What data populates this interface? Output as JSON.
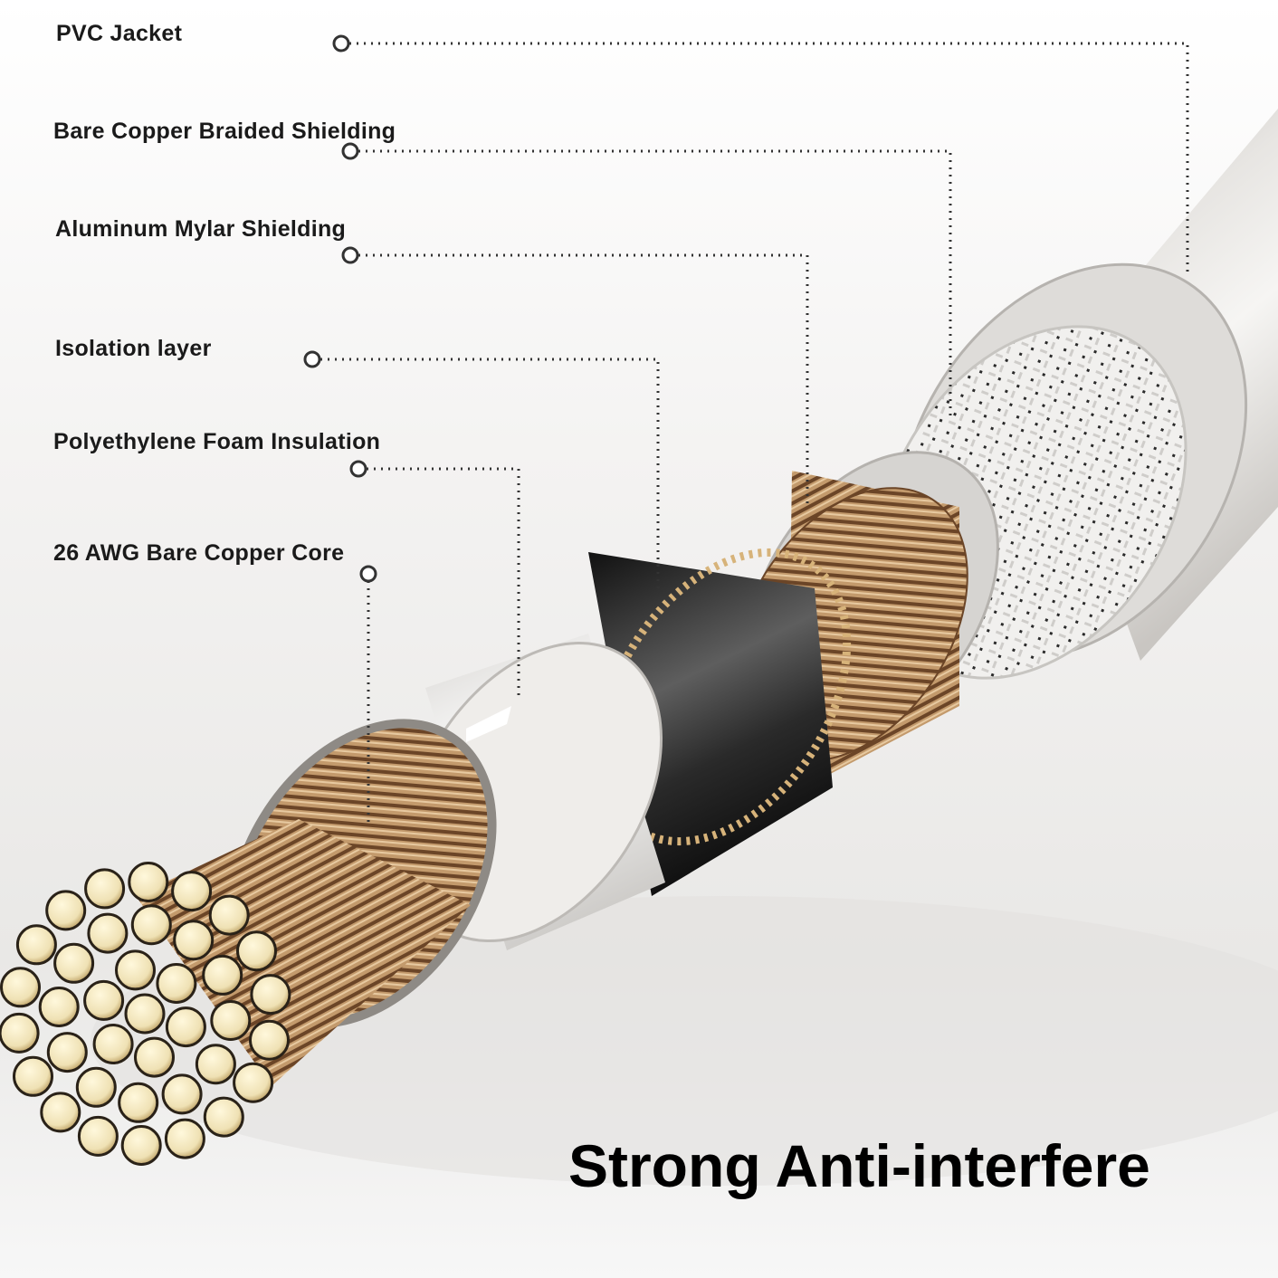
{
  "labels": {
    "pvc_jacket": "PVC Jacket",
    "braided_shielding": "Bare Copper Braided Shielding",
    "mylar_shielding": "Aluminum Mylar Shielding",
    "isolation_layer": "Isolation layer",
    "foam_insulation": "Polyethylene Foam Insulation",
    "copper_core": "26 AWG Bare Copper Core"
  },
  "headline": "Strong Anti-interfere",
  "colors": {
    "background": "#ffffff",
    "jacket": "#d9d7d4",
    "copper": "#b98a5a",
    "strand_end": "#f3e8c4",
    "mylar": "#2c2c2c",
    "leader": "#333333"
  }
}
